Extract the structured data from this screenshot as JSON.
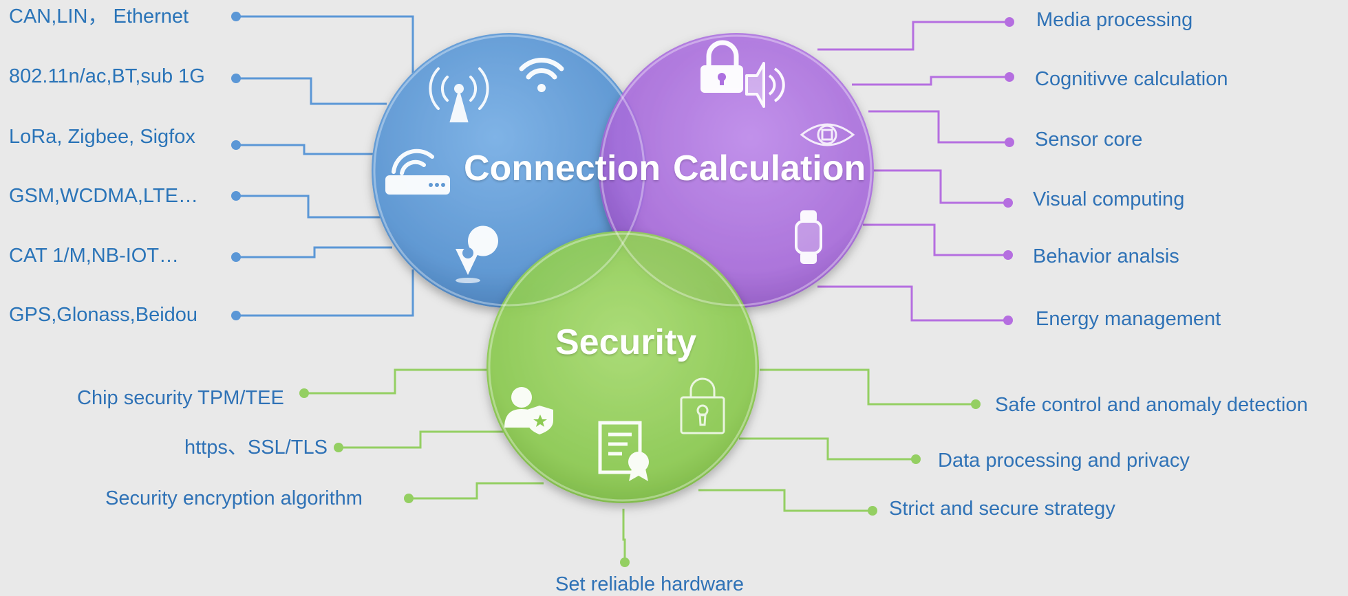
{
  "circles": {
    "connection": {
      "title": "Connection",
      "color": "#5f9ad6"
    },
    "calculation": {
      "title": "Calculation",
      "color": "#ad70e0"
    },
    "security": {
      "title": "Security",
      "color": "#8fcf55"
    }
  },
  "connection_items": [
    "CAN,LIN， Ethernet",
    "802.11n/ac,BT,sub 1G",
    "LoRa, Zigbee, Sigfox",
    "GSM,WCDMA,LTE…",
    "CAT 1/M,NB-IOT…",
    "GPS,Glonass,Beidou"
  ],
  "calculation_items": [
    "Media processing",
    "Cognitivve calculation",
    "Sensor core",
    "Visual computing",
    "Behavior analsis",
    "Energy management"
  ],
  "security_left_items": [
    "Chip security TPM/TEE",
    "https、SSL/TLS",
    "Security encryption algorithm"
  ],
  "security_right_items": [
    "Safe control and anomaly detection",
    "Data processing and privacy",
    "Strict and secure strategy"
  ],
  "security_bottom_item": "Set reliable hardware",
  "colors": {
    "connection_line": "#5b97d6",
    "calculation_line": "#b56ee0",
    "security_line": "#94cf62",
    "label_text": "#2a74b8",
    "background": "#e9e9e9"
  },
  "icons": {
    "connection": [
      "antenna-icon",
      "wifi-icon",
      "router-icon",
      "location-pin-icon"
    ],
    "calculation": [
      "lock-icon",
      "speaker-icon",
      "eye-icon",
      "smartwatch-icon"
    ],
    "security": [
      "user-shield-icon",
      "certificate-icon",
      "padlock-icon"
    ]
  }
}
